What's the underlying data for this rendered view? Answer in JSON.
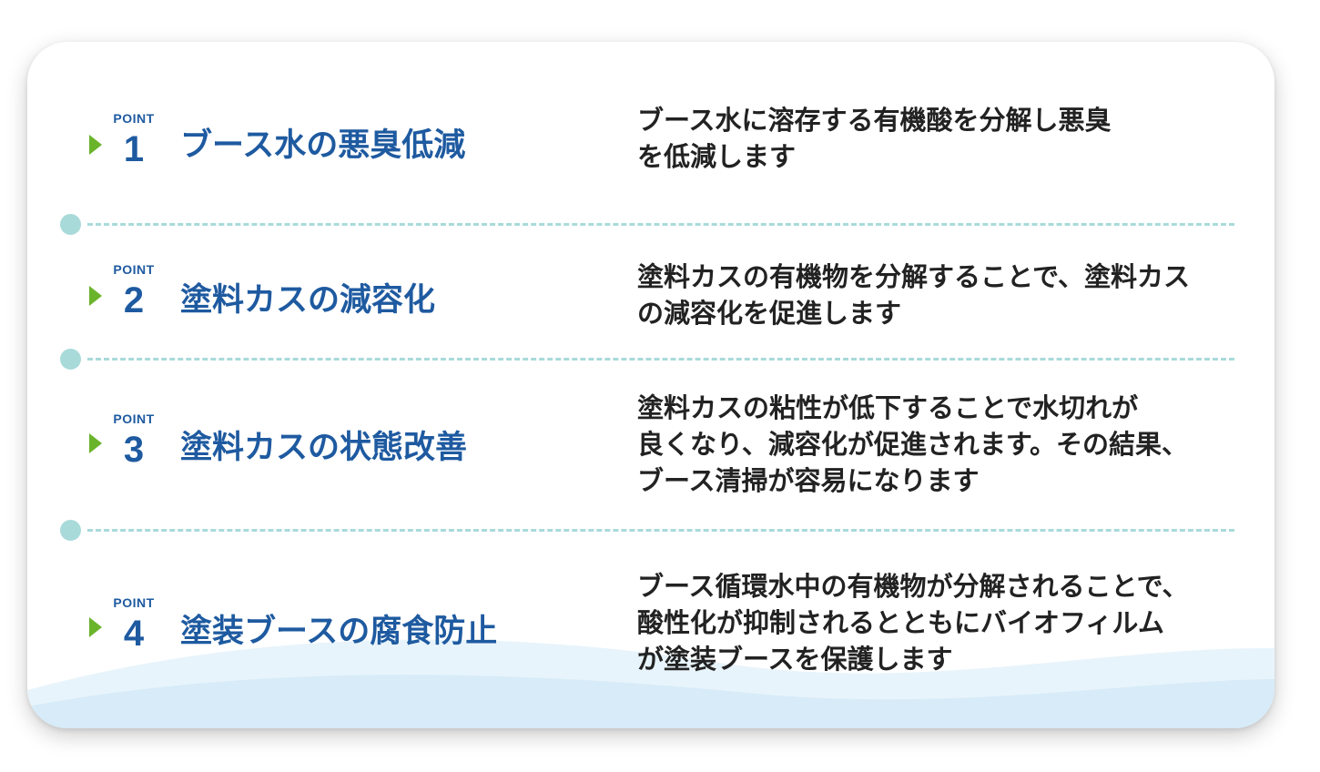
{
  "colors": {
    "title_blue": "#1e5aa0",
    "arrow_green": "#6ab42c",
    "divider_teal": "#a9dada",
    "wave_blue": "#d7ebf8"
  },
  "points": [
    {
      "label": "POINT",
      "number": "1",
      "title": "ブース水の悪臭低減",
      "description": "ブース水に溶存する有機酸を分解し悪臭\nを低減します"
    },
    {
      "label": "POINT",
      "number": "2",
      "title": "塗料カスの減容化",
      "description": "塗料カスの有機物を分解することで、塗料カス\nの減容化を促進します"
    },
    {
      "label": "POINT",
      "number": "3",
      "title": "塗料カスの状態改善",
      "description": "塗料カスの粘性が低下することで水切れが\n良くなり、減容化が促進されます。その結果、\nブース清掃が容易になります"
    },
    {
      "label": "POINT",
      "number": "4",
      "title": "塗装ブースの腐食防止",
      "description": "ブース循環水中の有機物が分解されることで、\n酸性化が抑制されるとともにバイオフィルム\nが塗装ブースを保護します"
    }
  ]
}
